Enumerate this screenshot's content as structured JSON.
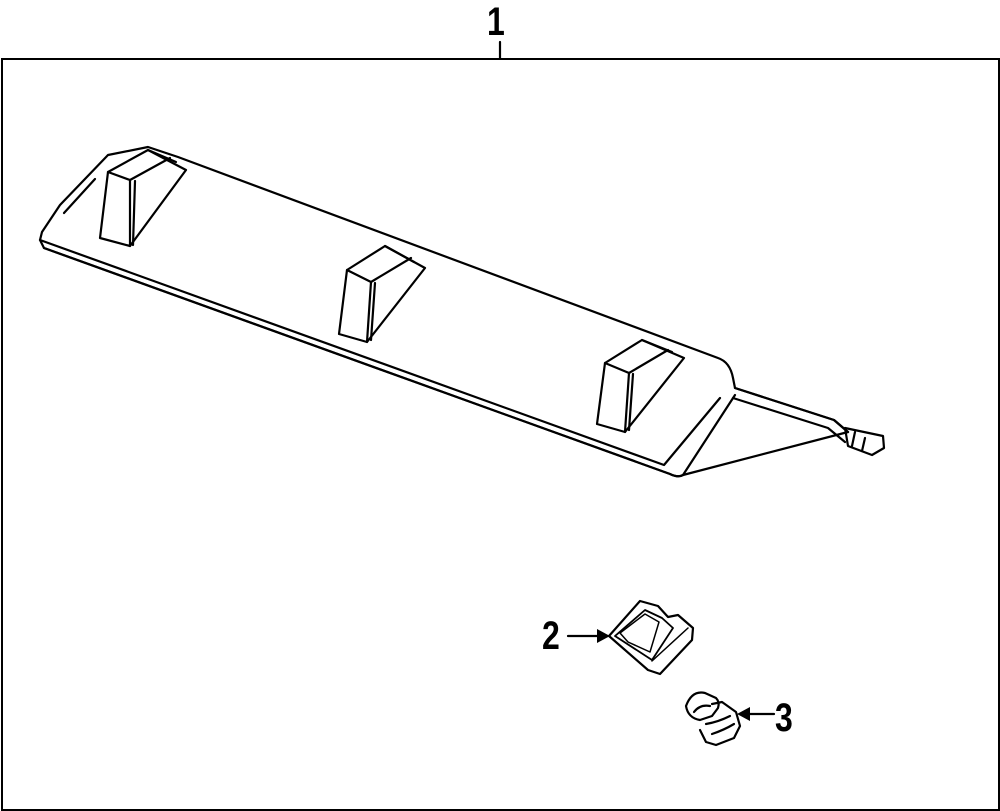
{
  "diagram": {
    "type": "exploded parts diagram",
    "subject": "high mount stop lamp assembly",
    "line_color": "#000000",
    "background_color": "#ffffff",
    "callouts": [
      {
        "number": "1",
        "label": "1",
        "target": "lamp assembly (frame)"
      },
      {
        "number": "2",
        "label": "2",
        "target": "bracket / clip"
      },
      {
        "number": "3",
        "label": "3",
        "target": "bulb socket"
      }
    ]
  }
}
